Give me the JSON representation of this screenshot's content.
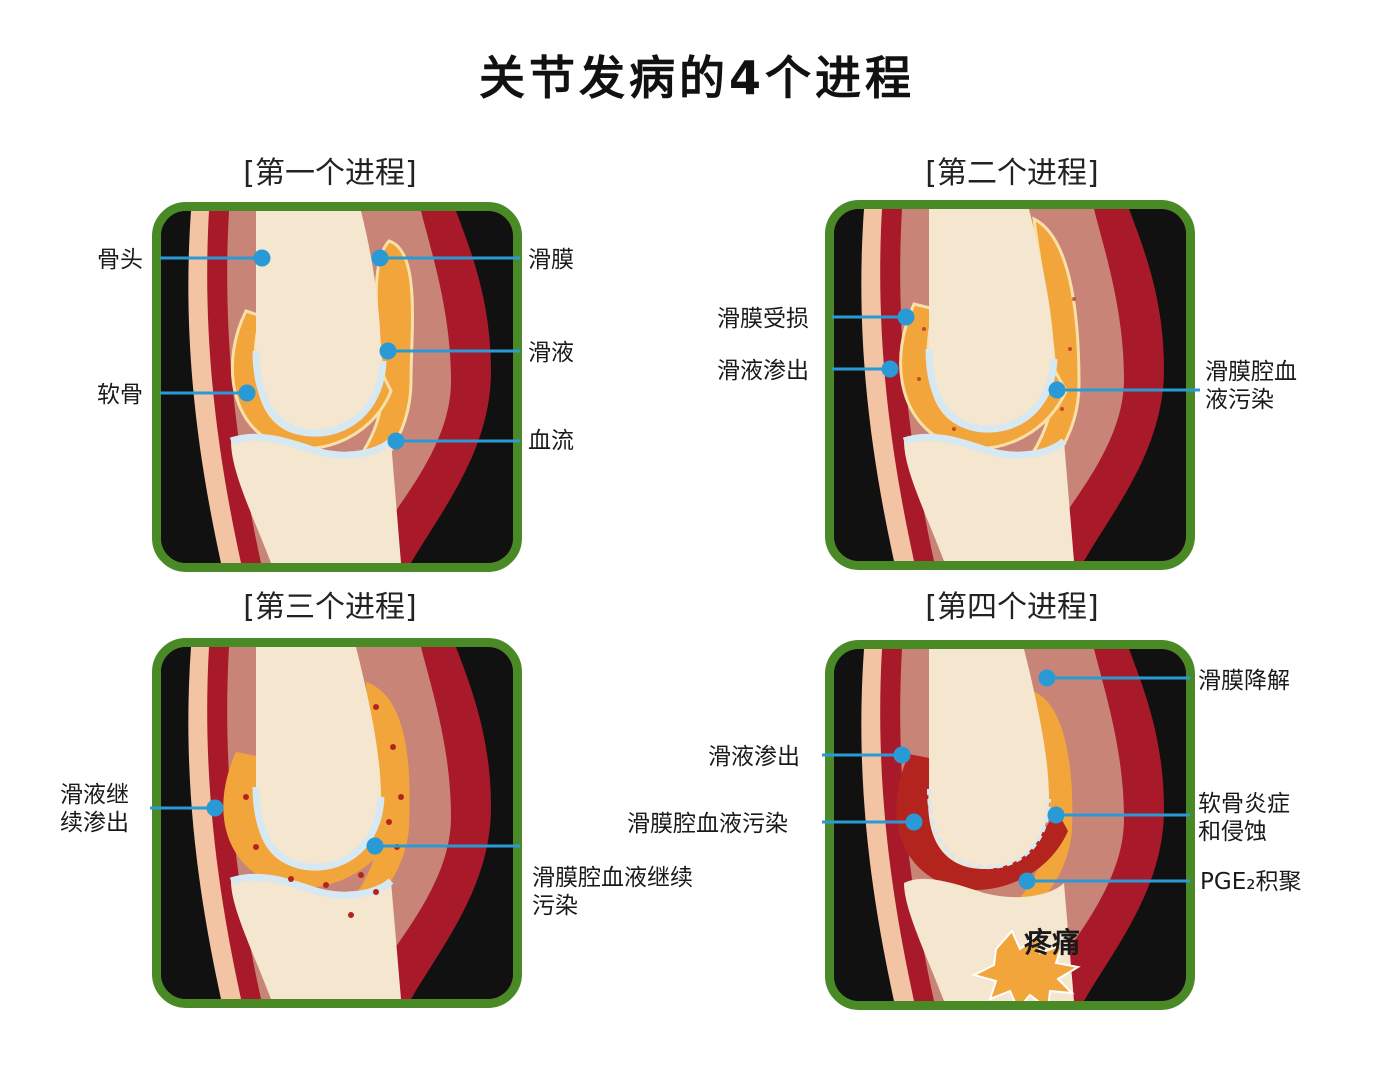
{
  "title": "关节发病的4个进程",
  "stages": [
    {
      "title": "[第一个进程]",
      "labels": {
        "bone": "骨头",
        "cartilage": "软骨",
        "synovium": "滑膜",
        "synovial_fluid": "滑液",
        "blood_flow": "血流"
      }
    },
    {
      "title": "[第二个进程]",
      "labels": {
        "synovium_damaged": "滑膜受损",
        "fluid_exudation": "滑液渗出",
        "cavity_contamination": "滑膜腔血液污染"
      }
    },
    {
      "title": "[第三个进程]",
      "labels": {
        "fluid_continued": "滑液继续渗出",
        "cavity_continued": "滑膜腔血液继续污染"
      }
    },
    {
      "title": "[第四个进程]",
      "labels": {
        "synovium_degradation": "滑膜降解",
        "fluid_exudation": "滑液渗出",
        "cavity_contamination": "滑膜腔血液污染",
        "cartilage_inflammation": "软骨炎症和侵蚀",
        "pge2": "PGE₂积聚",
        "pain": "疼痛"
      }
    }
  ],
  "colors": {
    "frame": "#4a8a26",
    "leader": "#2a9ad6",
    "bone": "#f4e6cf",
    "cartilage": "#d6e8f2",
    "fluid": "#f2a53a",
    "muscle_dark": "#a8192a",
    "muscle_light": "#c98478",
    "skin": "#f2c4a4",
    "background": "#111111",
    "inflamed": "#b3241e",
    "pain_burst": "#f2a53a"
  }
}
